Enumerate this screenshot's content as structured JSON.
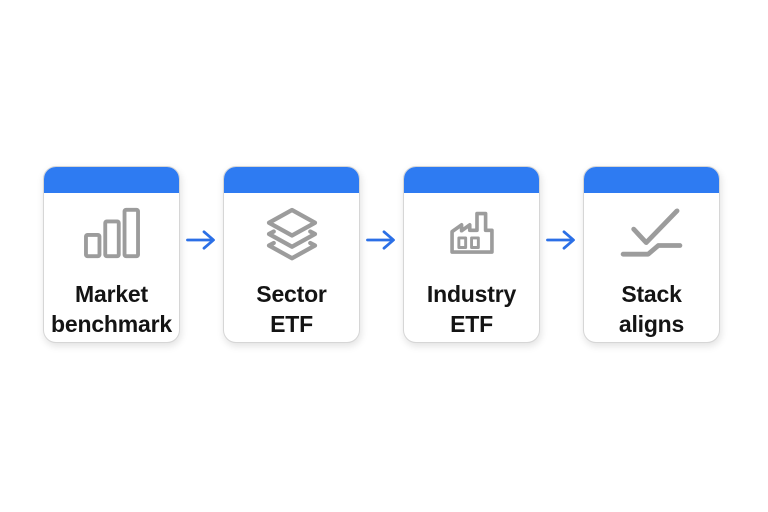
{
  "flow": {
    "cards": [
      {
        "line1": "Market",
        "line2": "benchmark",
        "icon": "bar-chart-icon"
      },
      {
        "line1": "Sector",
        "line2": "ETF",
        "icon": "layers-icon"
      },
      {
        "line1": "Industry",
        "line2": "ETF",
        "icon": "factory-icon"
      },
      {
        "line1": "Stack",
        "line2": "aligns",
        "icon": "check-trend-icon"
      }
    ],
    "connector_icon": "arrow-right-icon",
    "colors": {
      "header_accent": "#2E7BF2",
      "arrow": "#2B6FE6",
      "icon_gray": "#9C9C9C",
      "label_text": "#141414",
      "card_border": "#D6D6D6",
      "background": "#FFFFFF"
    }
  }
}
